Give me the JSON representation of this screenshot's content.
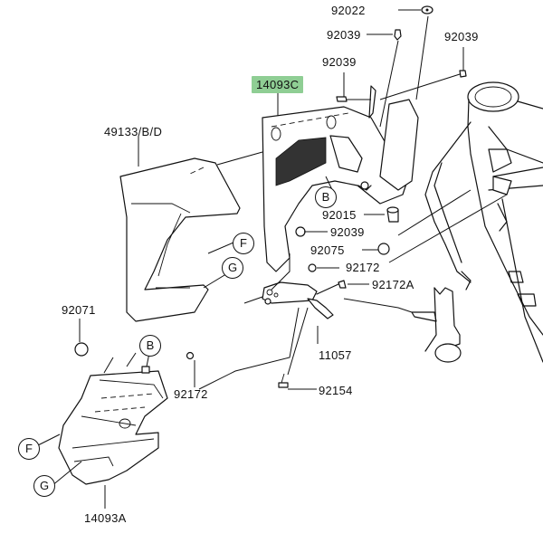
{
  "diagram": {
    "title": "Cowling / Inner Panel Parts Diagram",
    "highlight_color": "#8fce94",
    "parts": [
      {
        "id": "p-92022",
        "label": "92022"
      },
      {
        "id": "p-92039-top",
        "label": "92039"
      },
      {
        "id": "p-92039-right",
        "label": "92039"
      },
      {
        "id": "p-92039-left",
        "label": "92039"
      },
      {
        "id": "p-14093C",
        "label": "14093C",
        "highlighted": true
      },
      {
        "id": "p-49133",
        "label": "49133/B/D"
      },
      {
        "id": "p-92015",
        "label": "92015"
      },
      {
        "id": "p-92039-mid",
        "label": "92039"
      },
      {
        "id": "p-92075",
        "label": "92075"
      },
      {
        "id": "p-92172-mid",
        "label": "92172"
      },
      {
        "id": "p-92172A",
        "label": "92172A"
      },
      {
        "id": "p-11057",
        "label": "11057"
      },
      {
        "id": "p-92154",
        "label": "92154"
      },
      {
        "id": "p-92071",
        "label": "92071"
      },
      {
        "id": "p-92172-low",
        "label": "92172"
      },
      {
        "id": "p-14093A",
        "label": "14093A"
      }
    ],
    "callouts": [
      {
        "id": "c-B-upper",
        "letter": "B"
      },
      {
        "id": "c-F-upper",
        "letter": "F"
      },
      {
        "id": "c-G-upper",
        "letter": "G"
      },
      {
        "id": "c-B-lower",
        "letter": "B"
      },
      {
        "id": "c-F-lower",
        "letter": "F"
      },
      {
        "id": "c-G-lower",
        "letter": "G"
      }
    ]
  }
}
